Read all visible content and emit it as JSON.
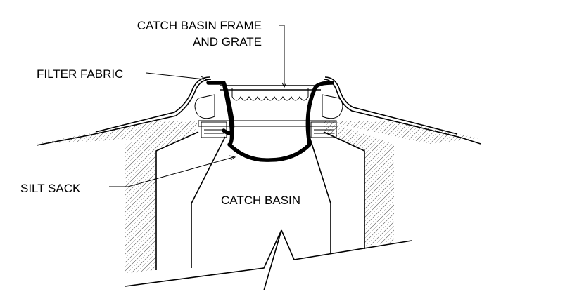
{
  "labels": {
    "frame_line1": "CATCH BASIN FRAME",
    "frame_line2": "AND GRATE",
    "filter_fabric": "FILTER FABRIC",
    "silt_sack": "SILT SACK",
    "catch_basin": "CATCH BASIN"
  }
}
